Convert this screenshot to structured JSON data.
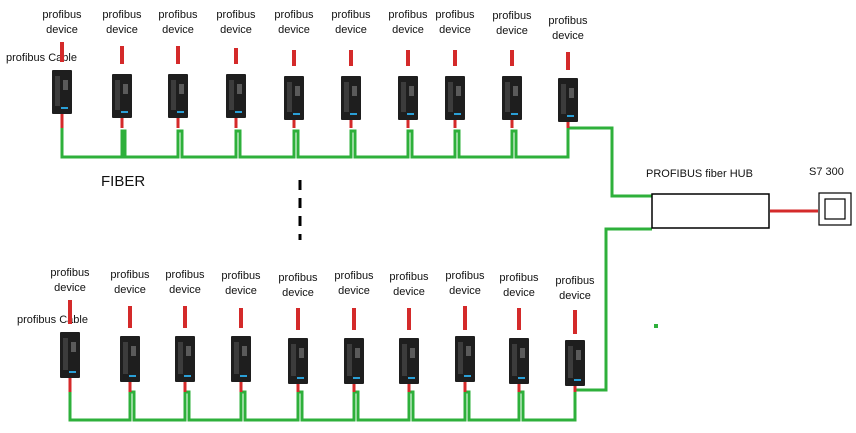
{
  "labels": {
    "device_line1": "profibus",
    "device_line2": "device",
    "cable_top": "profibus Cable",
    "cable_bottom": "profibus Cable",
    "fiber": "FIBER",
    "hub": "PROFIBUS fiber HUB",
    "plc": "S7 300"
  },
  "top_row": {
    "device_count": 10
  },
  "bottom_row": {
    "device_count": 10
  },
  "colors": {
    "fiber": "#2eb03b",
    "profibus_cable": "#d42a2a",
    "device_body": "#1e1e1e",
    "device_led": "#2a9fd6",
    "box_stroke": "#000000"
  },
  "icons": [
    "profibus-device-icon",
    "fiber-hub-box",
    "s7-300-plc-icon"
  ]
}
